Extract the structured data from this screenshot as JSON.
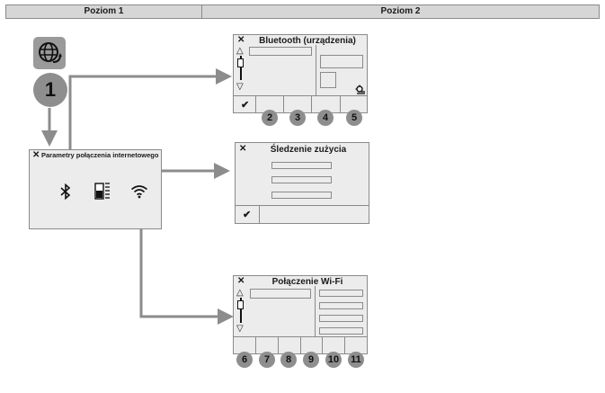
{
  "headers": {
    "level1": "Poziom 1",
    "level2": "Poziom 2"
  },
  "step1": "1",
  "params_panel": {
    "title": "Parametry połączenia internetowego",
    "close": "✕"
  },
  "bluetooth_panel": {
    "title": "Bluetooth (urządzenia)",
    "close": "✕",
    "confirm": "✔",
    "badges": [
      "2",
      "3",
      "4",
      "5"
    ]
  },
  "tracking_panel": {
    "title": "Śledzenie zużycia",
    "close": "✕",
    "confirm": "✔"
  },
  "wifi_panel": {
    "title": "Połączenie Wi-Fi",
    "close": "✕",
    "badges": [
      "6",
      "7",
      "8",
      "9",
      "10",
      "11"
    ]
  },
  "scroll": {
    "up": "△",
    "down": "▽"
  },
  "icons": [
    "globe-icon",
    "bluetooth-icon",
    "usage-icon",
    "wifi-icon",
    "settings-icon"
  ],
  "colors": {
    "panel": "#ececec",
    "header": "#d6d6d6",
    "arrow": "#8c8c8c",
    "badge": "#8e8e8e"
  }
}
